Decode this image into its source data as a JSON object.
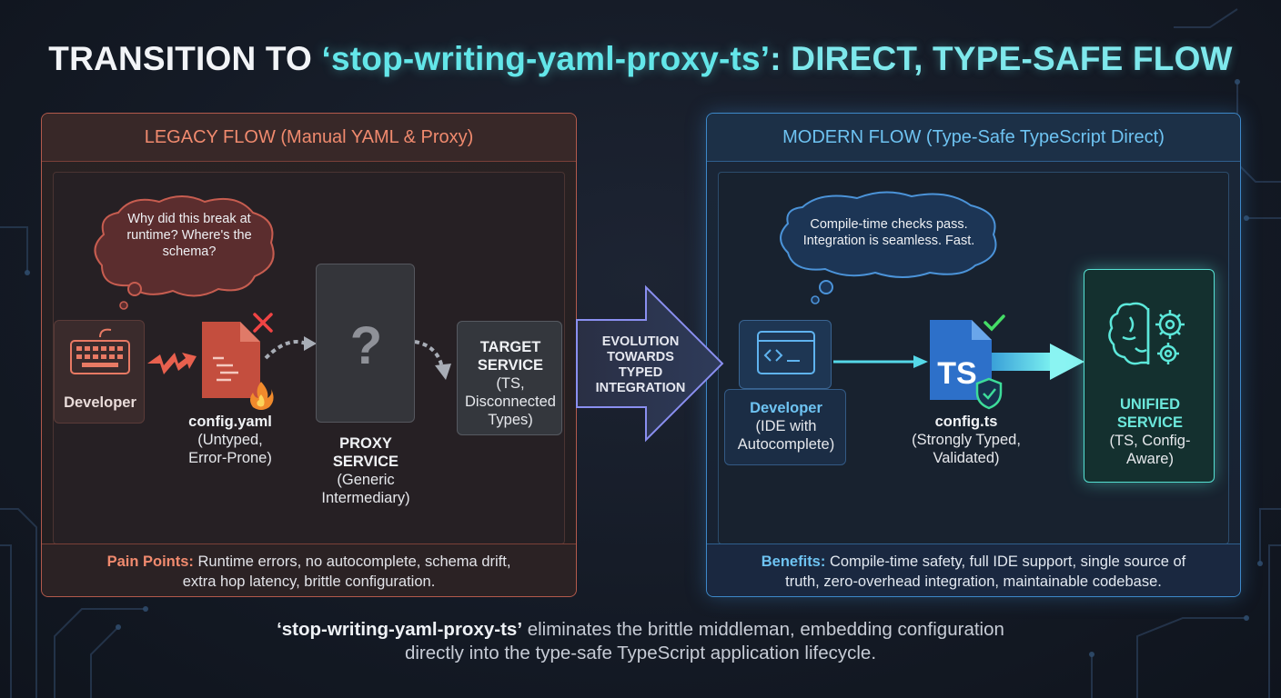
{
  "title": {
    "prefix": "TRANSITION TO ",
    "highlight": "‘stop-writing-yaml-proxy-ts’",
    "suffix": ": DIRECT, TYPE-SAFE FLOW"
  },
  "legacy": {
    "header": "LEGACY FLOW (Manual YAML & Proxy)",
    "bubble": [
      "Why did this break at",
      "runtime? Where's the",
      "schema?"
    ],
    "developer_label": "Developer",
    "config_name": "config.yaml",
    "config_desc": [
      "(Untyped,",
      "Error-Prone)"
    ],
    "proxy_symbol": "?",
    "proxy_name": [
      "PROXY",
      "SERVICE"
    ],
    "proxy_desc": [
      "(Generic",
      "Intermediary)"
    ],
    "target_name": [
      "TARGET",
      "SERVICE"
    ],
    "target_desc": [
      "(TS,",
      "Disconnected",
      "Types)"
    ],
    "footer_key": "Pain Points:",
    "footer_line1": " Runtime errors, no autocomplete, schema drift,",
    "footer_line2": "extra hop latency, brittle configuration."
  },
  "evolution": [
    "EVOLUTION",
    "TOWARDS",
    "TYPED",
    "INTEGRATION"
  ],
  "modern": {
    "header": "MODERN FLOW (Type-Safe TypeScript Direct)",
    "bubble": [
      "Compile-time checks pass.",
      "Integration is seamless. Fast."
    ],
    "developer_name": "Developer",
    "developer_desc": [
      "(IDE with",
      "Autocomplete)"
    ],
    "config_badge": "TS",
    "config_name": "config.ts",
    "config_desc": [
      "(Strongly Typed,",
      "Validated)"
    ],
    "unified_name": [
      "UNIFIED",
      "SERVICE"
    ],
    "unified_desc": [
      "(TS, Config-",
      "Aware)"
    ],
    "footer_key": "Benefits:",
    "footer_line1": " Compile-time safety, full IDE support, single source of",
    "footer_line2": "truth, zero-overhead integration, maintainable codebase."
  },
  "footer": {
    "highlight": "‘stop-writing-yaml-proxy-ts’",
    "line1": " eliminates the brittle middleman, embedding configuration",
    "line2": "directly into the type-safe TypeScript application lifecycle."
  },
  "colors": {
    "legacy_accent": "#f08a6e",
    "modern_accent": "#6ec3f2",
    "title_highlight": "#63e6e9",
    "unified_glow": "#55e0d2"
  }
}
